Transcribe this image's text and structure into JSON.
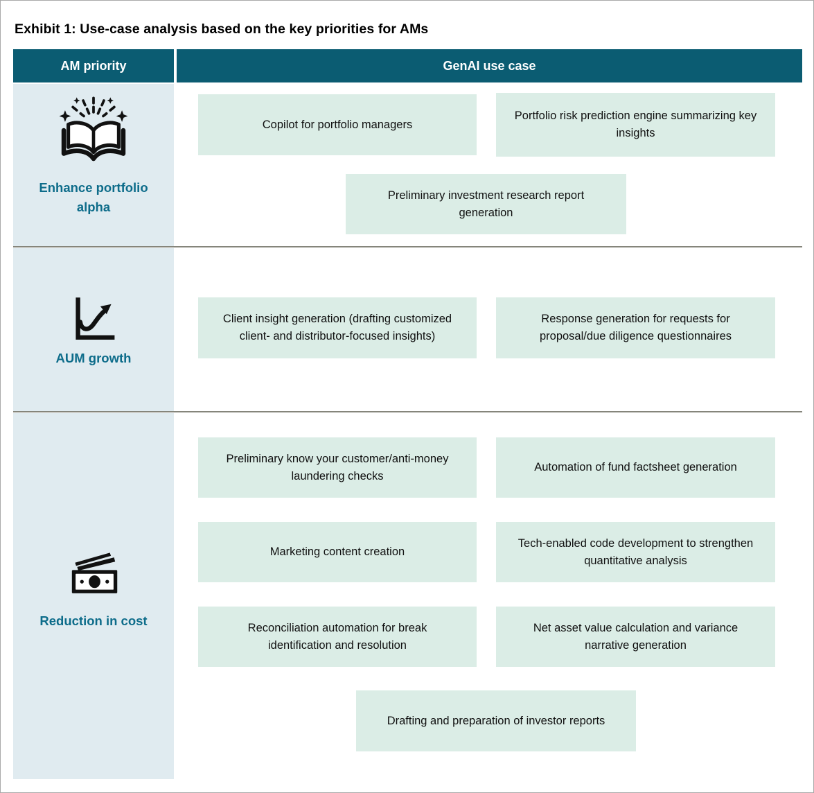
{
  "title": "Exhibit 1: Use-case analysis based on the key priorities for AMs",
  "table": {
    "headers": {
      "priority": "AM priority",
      "use_case": "GenAI use case"
    },
    "rows": [
      {
        "priority": "Enhance portfolio alpha",
        "icon": "book-sparkles-icon",
        "use_cases": [
          "Copilot for portfolio managers",
          "Portfolio risk prediction engine summarizing key insights",
          "Preliminary investment research report generation"
        ]
      },
      {
        "priority": "AUM growth",
        "icon": "growth-chart-icon",
        "use_cases": [
          "Client insight generation (drafting customized client- and distributor-focused insights)",
          "Response generation for requests for proposal/due diligence questionnaires"
        ]
      },
      {
        "priority": "Reduction in cost",
        "icon": "money-icon",
        "use_cases": [
          "Preliminary know your customer/anti-money laundering checks",
          "Automation of fund factsheet generation",
          "Marketing content creation",
          "Tech-enabled code development to strengthen quantitative analysis",
          "Reconciliation automation for break identification and resolution",
          "Net asset value calculation and variance narrative generation",
          "Drafting and preparation of investor reports"
        ]
      }
    ]
  },
  "colors": {
    "header_bg": "#0b5c72",
    "priority_bg": "#e0ebf0",
    "usecase_bg": "#dbede6",
    "priority_text": "#0d6c8a",
    "divider": "#85857b",
    "border": "#a9a9a9"
  }
}
